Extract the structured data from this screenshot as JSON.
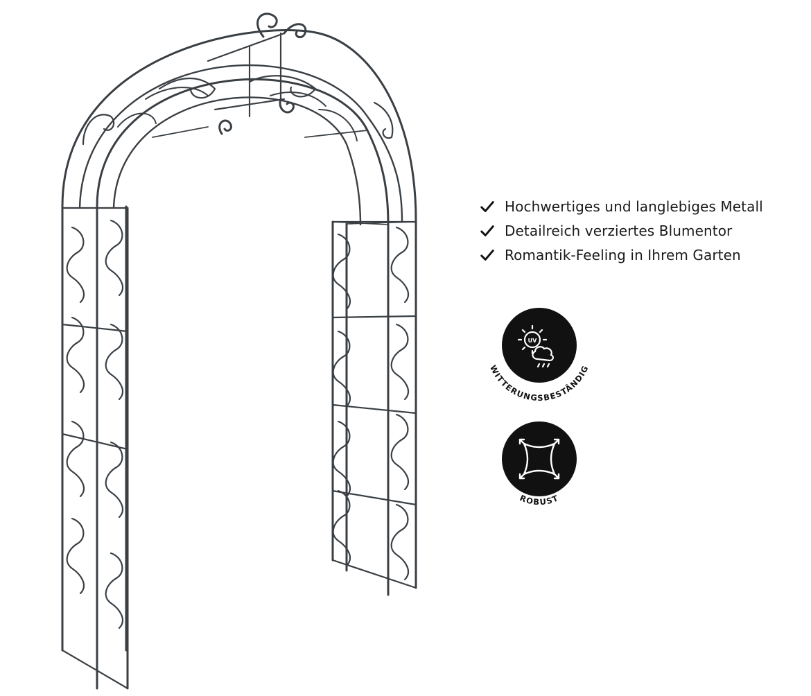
{
  "product_image": {
    "icon": "metal-rose-arch-illustration",
    "color": "#3a3f44"
  },
  "features": [
    {
      "label": "Hochwertiges und langlebiges Metall",
      "icon": "checkmark-icon"
    },
    {
      "label": "Detailreich verziertes Blumentor",
      "icon": "checkmark-icon"
    },
    {
      "label": "Romantik-Feeling in Ihrem Garten",
      "icon": "checkmark-icon"
    }
  ],
  "badges": {
    "weather": {
      "icon": "uv-sun-cloud-icon",
      "inner_text": "UV",
      "caption": "WITTERUNGSBESTÄNDIG",
      "color": "#111111"
    },
    "robust": {
      "icon": "robust-square-arrows-icon",
      "caption": "ROBUST",
      "color": "#111111"
    }
  }
}
